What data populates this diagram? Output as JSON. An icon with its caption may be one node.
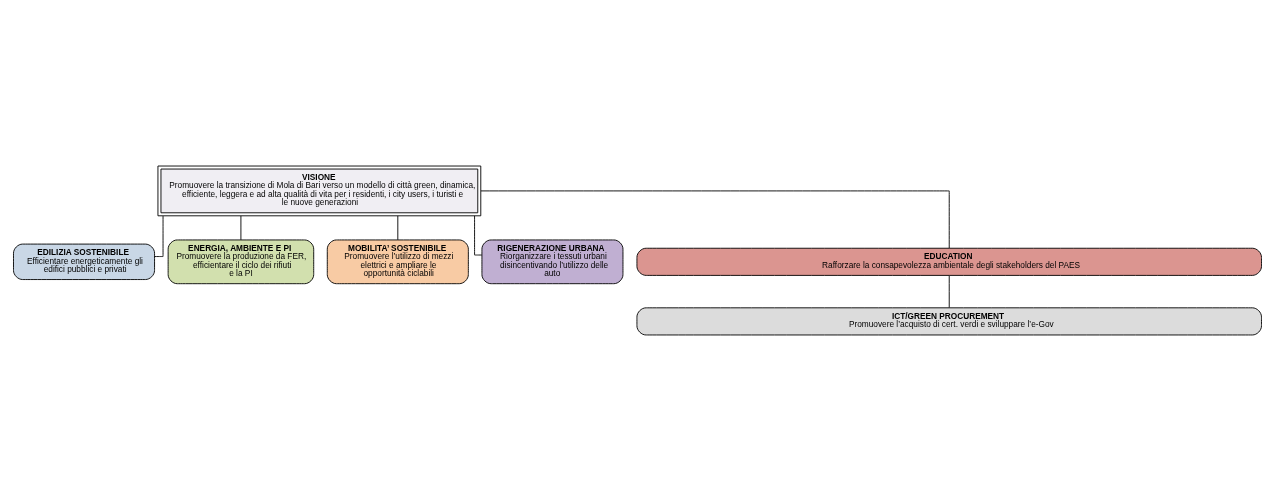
{
  "diagram": {
    "nodes": [
      {
        "text": [
          "VISIONE",
          "Promuovere la transizione di Mola di Bari verso un modello di città green, dinamica, efficiente, leggera e ad alta qualità di vita per i residenti, i city users, i turisti e le nuove generazioni"
        ]
      },
      {
        "text": [
          "EDILIZIA SOSTENIBILE",
          "Efficientare energeticamente gli edifici pubblici e privati"
        ]
      },
      {
        "text": [
          "ENERGIA, AMBIENTE E PI",
          "Promuovere la produzione da FER, efficientare il ciclo dei rifiuti e la PI"
        ]
      },
      {
        "text": [
          "MOBILITA’ SOSTENIBILE",
          "Promuovere l’utilizzo di mezzi elettrici e ampliare le opportunità ciclabili"
        ]
      },
      {
        "text": [
          "RIGENERAZIONE URBANA",
          "Riorganizzare i tessuti urbani disincentivando l’utilizzo delle auto"
        ]
      },
      {
        "text": [
          "EDUCATION",
          "Rafforzare la consapevolezza ambientale degli stakeholders del PAES"
        ]
      },
      {
        "text": [
          "ICT/GREEN PROCUREMENT",
          "Promuovere l’acquisto di cert. verdi e sviluppare l’e-Gov"
        ]
      }
    ],
    "edges": [
      {
        "from": 0,
        "to": 1,
        "arrow": "none"
      },
      {
        "from": 0,
        "to": 2,
        "arrow": "none"
      },
      {
        "from": 0,
        "to": 3,
        "arrow": "none"
      },
      {
        "from": 0,
        "to": 4,
        "arrow": "none"
      },
      {
        "from": 0,
        "to": 5,
        "arrow": "none"
      },
      {
        "from": 5,
        "to": 6,
        "arrow": "none"
      }
    ]
  }
}
